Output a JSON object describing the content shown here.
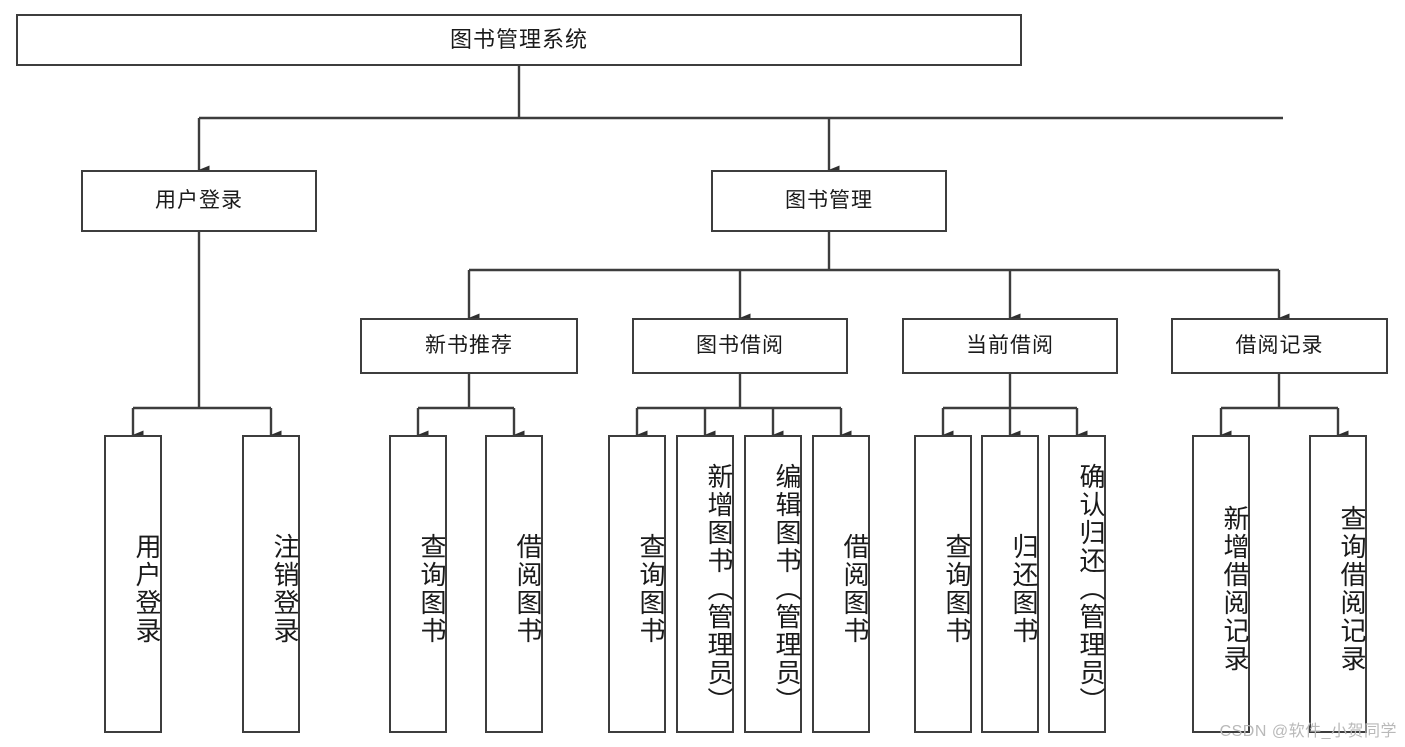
{
  "diagram": {
    "title": "图书管理系统",
    "type": "功能结构图",
    "stroke_color": "#3d3d3d",
    "background_color": "#ffffff",
    "text_color": "#1a1a1a"
  },
  "root": {
    "label": "图书管理系统"
  },
  "level2": [
    {
      "label": "用户登录"
    },
    {
      "label": "图书管理"
    }
  ],
  "level3": [
    {
      "label": "新书推荐"
    },
    {
      "label": "图书借阅"
    },
    {
      "label": "当前借阅"
    },
    {
      "label": "借阅记录"
    }
  ],
  "leaves": {
    "user_login": [
      {
        "label": "用户登录"
      },
      {
        "label": "注销登录"
      }
    ],
    "new_book": [
      {
        "label": "查询图书"
      },
      {
        "label": "借阅图书"
      }
    ],
    "book_borrow": [
      {
        "label": "查询图书"
      },
      {
        "label": "新增图书（管理员）"
      },
      {
        "label": "编辑图书（管理员）"
      },
      {
        "label": "借阅图书"
      }
    ],
    "current_borrow": [
      {
        "label": "查询图书"
      },
      {
        "label": "归还图书"
      },
      {
        "label": "确认归还（管理员）"
      }
    ],
    "borrow_record": [
      {
        "label": "新增借阅记录"
      },
      {
        "label": "查询借阅记录"
      }
    ]
  },
  "watermark": {
    "text": "CSDN @软件_小贺同学"
  }
}
